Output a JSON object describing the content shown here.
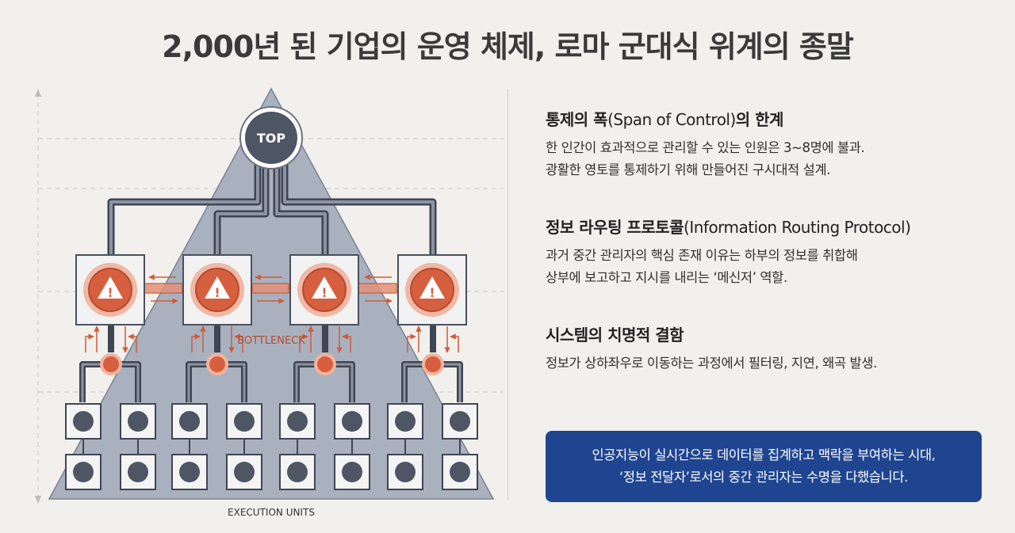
{
  "title": "2,000년 된 기업의 운영 체제, 로마 군대식 위계의 종말",
  "diagram": {
    "top_label": "TOP",
    "bottleneck_label": "BOTTLENECK",
    "execution_label": "EXECUTION UNITS",
    "alert_symbol": "!",
    "icons": [
      "warning-icon"
    ],
    "colors": {
      "alert": "#d65f3f",
      "pyramid": "#a9b1bf",
      "node": "#4e5563",
      "pipe": "#5a6170"
    }
  },
  "sections": [
    {
      "title_ko": "통제의 폭",
      "title_en": "(Span of Control)",
      "title_suffix": "의 한계",
      "body": [
        "한 인간이 효과적으로 관리할 수 있는 인원은 3~8명에 불과.",
        "광활한 영토를 통제하기 위해 만들어진 구시대적 설계."
      ]
    },
    {
      "title_ko": "정보 라우팅 프로토콜",
      "title_en": "(Information Routing Protocol)",
      "title_suffix": "",
      "body": [
        "과거 중간 관리자의 핵심 존재 이유는 하부의 정보를 취합해",
        "상부에 보고하고 지시를 내리는 ‘메신저’ 역할."
      ]
    },
    {
      "title_ko": "시스템의 치명적 결함",
      "title_en": "",
      "title_suffix": "",
      "body": [
        "정보가 상하좌우로 이동하는 과정에서 필터링, 지연, 왜곡 발생."
      ]
    }
  ],
  "callout": {
    "lines": [
      "인공지능이 실시간으로 데이터를 집계하고 맥락을 부여하는 시대,",
      "‘정보 전달자’로서의 중간 관리자는 수명을 다했습니다."
    ],
    "color": "#1f4591"
  }
}
